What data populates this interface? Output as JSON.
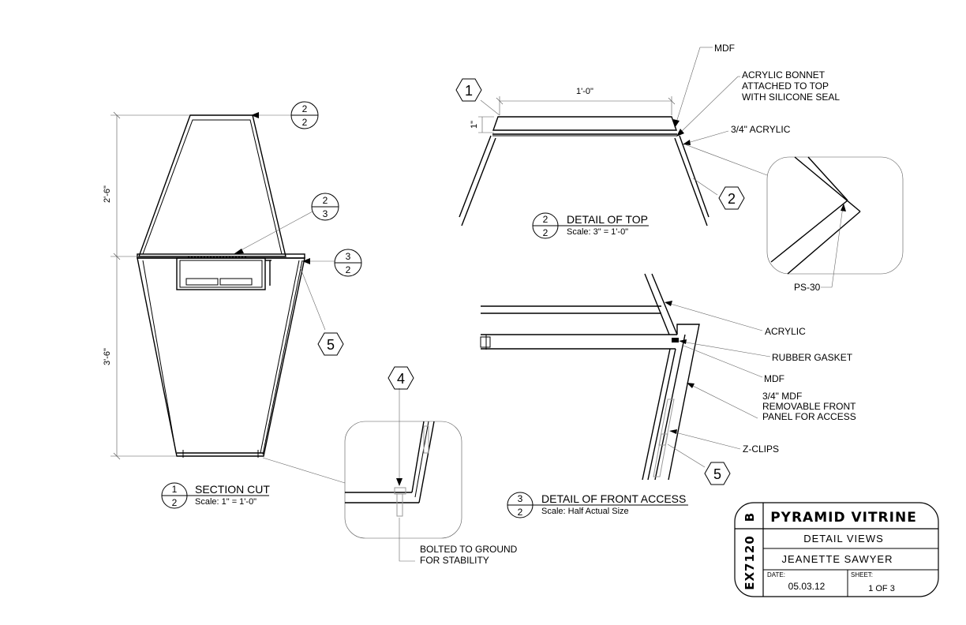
{
  "section_cut": {
    "number": "1",
    "sheet": "2",
    "title": "SECTION CUT",
    "scale": "Scale: 1\" = 1'-0\"",
    "dim_upper": "2'-6\"",
    "dim_lower": "3'-6\""
  },
  "detail_top": {
    "number": "2",
    "sheet": "2",
    "title": "DETAIL OF TOP",
    "scale": "Scale: 3\" = 1'-0\"",
    "dim_width": "1'-0\"",
    "dim_thickness": "1\""
  },
  "detail_front": {
    "number": "3",
    "sheet": "2",
    "title": "DETAIL OF FRONT ACCESS",
    "scale": "Scale: Half Actual Size"
  },
  "refs": {
    "ref_2_2_num": "2",
    "ref_2_2_sheet": "2",
    "ref_2_3_num": "2",
    "ref_2_3_sheet": "3",
    "ref_3_2_num": "3",
    "ref_3_2_sheet": "2"
  },
  "hex_tags": {
    "h1": "1",
    "h2": "2",
    "h4": "4",
    "h5_section": "5",
    "h5_front": "5"
  },
  "callouts": {
    "mdf_top": "MDF",
    "acrylic_bonnet_1": "ACRYLIC BONNET",
    "acrylic_bonnet_2": "ATTACHED TO TOP",
    "acrylic_bonnet_3": "WITH SILICONE SEAL",
    "acrylic_34": "3/4\" ACRYLIC",
    "ps30": "PS-30",
    "acrylic": "ACRYLIC",
    "rubber_gasket": "RUBBER GASKET",
    "mdf_front": "MDF",
    "mdf_panel_1": "3/4\" MDF",
    "mdf_panel_2": "REMOVABLE FRONT",
    "mdf_panel_3": "PANEL FOR ACCESS",
    "zclips": "Z-CLIPS",
    "bolted_1": "BOLTED TO GROUND",
    "bolted_2": "FOR STABILITY"
  },
  "title_block": {
    "revision": "B",
    "project_code": "EX7120",
    "project_title": "PYRAMID VITRINE",
    "drawing_title": "DETAIL VIEWS",
    "designer": "JEANETTE SAWYER",
    "date_label": "DATE:",
    "date_value": "05.03.12",
    "sheet_label": "SHEET:",
    "sheet_value": "1 OF 3"
  }
}
